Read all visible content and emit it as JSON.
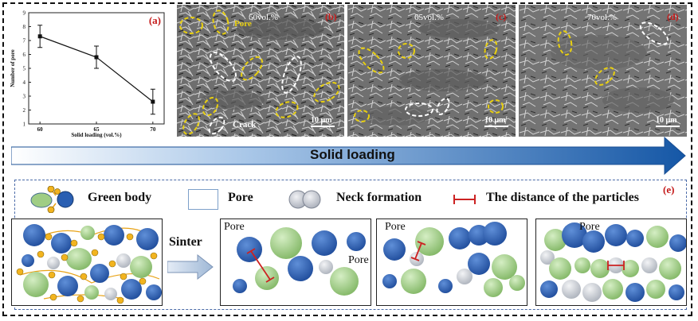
{
  "panel_a": {
    "label": "(a)",
    "xlabel": "Solid loading (vol.%)",
    "ylabel": "Number of pore",
    "chart_data": {
      "type": "line",
      "x": [
        60,
        65,
        70
      ],
      "y": [
        7.3,
        5.8,
        2.6
      ],
      "yerr": [
        0.8,
        0.8,
        0.9
      ],
      "xticks": [
        "60",
        "65",
        "70"
      ],
      "yticks": [
        "1",
        "2",
        "3",
        "4",
        "5",
        "6",
        "7",
        "8",
        "9"
      ],
      "xlim": [
        59,
        71
      ],
      "ylim": [
        1,
        9
      ],
      "xlabel": "Solid loading (vol.%)",
      "ylabel": "Number of pore"
    }
  },
  "panel_b": {
    "label": "(b)",
    "caption": "60vol.%",
    "pore_label": "Pore",
    "crack_label": "Crack",
    "scale": "10 μm"
  },
  "panel_c": {
    "label": "(c)",
    "caption": "65vol.%",
    "scale": "10 μm"
  },
  "panel_d": {
    "label": "(d)",
    "caption": "70vol.%",
    "scale": "10 μm"
  },
  "arrow": {
    "label": "Solid loading"
  },
  "legend": {
    "label": "(e)",
    "green_body": "Green body",
    "pore": "Pore",
    "neck": "Neck formation",
    "distance": "The distance of the particles"
  },
  "schematic": {
    "sinter": "Sinter",
    "pore_1": "Pore",
    "pore_1b": "Pore",
    "pore_2": "Pore",
    "pore_3": "Pore"
  },
  "colors": {
    "blue_particle": "#2f5fb0",
    "green_particle": "#8ec26f",
    "gray_particle": "#c8ccd4",
    "binder": "#e8a317",
    "accent_red": "#cc2222",
    "arrow_blue": "#1e5fa8"
  }
}
